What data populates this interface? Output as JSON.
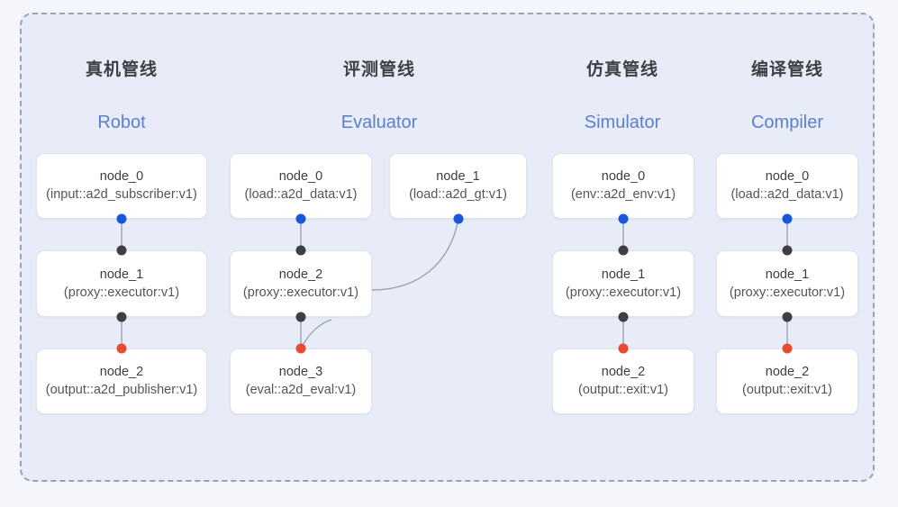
{
  "panel": {
    "border_style": "dashed",
    "background": "#e7ecf8",
    "border_color": "#9aa3b4"
  },
  "colors": {
    "output_port": "#1a56db",
    "transit_port": "#3c4043",
    "input_port": "#ea4a2f",
    "edge": "#9aa2b1",
    "subtitle": "#5d7fcc",
    "title": "#3c4043"
  },
  "columns": [
    {
      "id": "robot",
      "title": "真机管线",
      "subtitle": "Robot",
      "nodes": [
        {
          "name": "node_0",
          "type": "(input::a2d_subscriber:v1)"
        },
        {
          "name": "node_1",
          "type": "(proxy::executor:v1)"
        },
        {
          "name": "node_2",
          "type": "(output::a2d_publisher:v1)"
        }
      ]
    },
    {
      "id": "evaluator",
      "title": "评测管线",
      "subtitle": "Evaluator",
      "nodes": [
        {
          "name": "node_0",
          "type": "(load::a2d_data:v1)"
        },
        {
          "name": "node_1",
          "type": "(load::a2d_gt:v1)"
        },
        {
          "name": "node_2",
          "type": "(proxy::executor:v1)"
        },
        {
          "name": "node_3",
          "type": "(eval::a2d_eval:v1)"
        }
      ]
    },
    {
      "id": "simulator",
      "title": "仿真管线",
      "subtitle": "Simulator",
      "nodes": [
        {
          "name": "node_0",
          "type": "(env::a2d_env:v1)"
        },
        {
          "name": "node_1",
          "type": "(proxy::executor:v1)"
        },
        {
          "name": "node_2",
          "type": "(output::exit:v1)"
        }
      ]
    },
    {
      "id": "compiler",
      "title": "编译管线",
      "subtitle": "Compiler",
      "nodes": [
        {
          "name": "node_0",
          "type": "(load::a2d_data:v1)"
        },
        {
          "name": "node_1",
          "type": "(proxy::executor:v1)"
        },
        {
          "name": "node_2",
          "type": "(output::exit:v1)"
        }
      ]
    }
  ]
}
